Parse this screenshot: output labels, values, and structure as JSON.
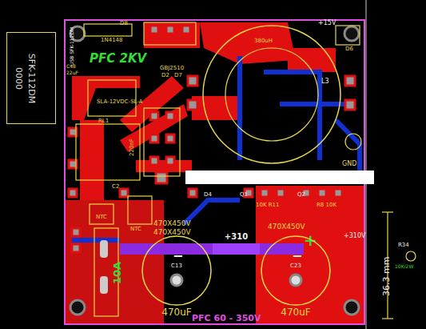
{
  "diagram": {
    "nodes": [
      {
        "text": [
          "SFK-112DM",
          "0000"
        ]
      },
      {
        "text": [
          "C13",
          "470uF"
        ]
      },
      {
        "text": [
          "C23",
          "470uF"
        ]
      },
      {
        "text": [
          "L3"
        ]
      }
    ],
    "edges": [
      {
        "from": 1,
        "to": 2,
        "label": "+310",
        "arrow": "none"
      }
    ],
    "labels": [
      "USB SFK-112DM",
      "D8",
      "1N4148",
      "PFC 2KV",
      "C48",
      "22uF",
      "GBJ2510",
      "D2",
      "D7",
      "SLA-12VDC-SL-A",
      "RL1",
      "220nF",
      "C2",
      "NTC",
      "NTC",
      "+15V",
      "D6",
      "380uH",
      "GND",
      "D4",
      "Q1",
      "Q2",
      "10K R11",
      "R8 10K",
      "470X450V",
      "470X450V",
      "470X450V",
      "+310V",
      "36.3 mm",
      "R34",
      "10K/2W",
      "PFC 60 - 350V",
      "−",
      "+",
      "−",
      "10A"
    ]
  }
}
